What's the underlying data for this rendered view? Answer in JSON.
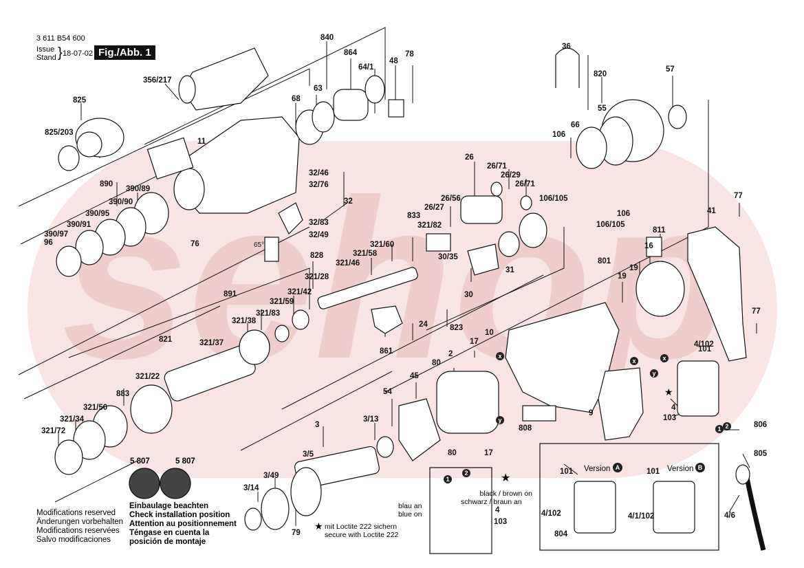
{
  "header": {
    "doc_number": "3 611 B54 600",
    "issue_label": "Issue",
    "stand_label": "Stand",
    "date": "18-07-02",
    "fig_label": "Fig./Abb. 1"
  },
  "watermark": {
    "text": "sehop",
    "color": "#f5dada"
  },
  "part_labels": {
    "p840": "840",
    "p864": "864",
    "p48": "48",
    "p78": "78",
    "p64_1": "64/1",
    "p356_217": "356/217",
    "p68": "68",
    "p63": "63",
    "p825": "825",
    "p825_203": "825/203",
    "p11": "11",
    "p36": "36",
    "p820": "820",
    "p57": "57",
    "p55": "55",
    "p66": "66",
    "p106a": "106",
    "p106b": "106",
    "p106_105a": "106/105",
    "p106_105b": "106/105",
    "p26": "26",
    "p26_71a": "26/71",
    "p26_29": "26/29",
    "p26_71b": "26/71",
    "p26_56": "26/56",
    "p26_27": "26/27",
    "p32_46": "32/46",
    "p32_76": "32/76",
    "p32": "32",
    "p32_83": "32/83",
    "p32_49": "32/49",
    "p76": "76",
    "p890": "890",
    "p390_89": "390/89",
    "p390_90": "390/90",
    "p390_95": "390/95",
    "p390_91": "390/91",
    "p390_97": "390/97",
    "p96": "96",
    "p65": "65°",
    "p833": "833",
    "p321_82": "321/82",
    "p321_60": "321/60",
    "p321_58": "321/58",
    "p321_46": "321/46",
    "p828": "828",
    "p321_28": "321/28",
    "p30_35": "30/35",
    "p30": "30",
    "p31": "31",
    "p811": "811",
    "p41": "41",
    "p77a": "77",
    "p77b": "77",
    "p16": "16",
    "p19a": "19",
    "p19b": "19",
    "p801": "801",
    "p891": "891",
    "p321_42": "321/42",
    "p321_59": "321/59",
    "p321_83": "321/83",
    "p321_38": "321/38",
    "p24": "24",
    "p823": "823",
    "p10": "10",
    "p861": "861",
    "p821": "821",
    "p321_37": "321/37",
    "p17a": "17",
    "p17b": "17",
    "p2": "2",
    "p80a": "80",
    "p80b": "80",
    "p45": "45",
    "p101": "101",
    "p4_102": "4/102",
    "p4": "4",
    "p103": "103",
    "p9": "9",
    "p808": "808",
    "p321_22": "321/22",
    "p883": "883",
    "p321_50": "321/50",
    "p321_34": "321/34",
    "p321_72": "321/72",
    "p54": "54",
    "p3": "3",
    "p3_13": "3/13",
    "p3_5": "3/5",
    "p3_49": "3/49",
    "p3_14": "3/14",
    "p79": "79",
    "p806": "806",
    "p805": "805",
    "p4_6": "4/6",
    "vA_101": "101",
    "vA_4_102": "4/102",
    "vA_804": "804",
    "vB_101": "101",
    "vB_4_1_102": "4/1/102",
    "inset_4": "4",
    "inset_103": "103"
  },
  "markers": {
    "x": "x",
    "y": "y",
    "one": "1",
    "two": "2",
    "A": "A",
    "B": "B",
    "star": "★"
  },
  "version_a": "Version",
  "version_b": "Version",
  "wire_note": {
    "en": "black / brown on",
    "de": "schwarz / braun an",
    "blue_de": "blau an",
    "blue_en": "blue on"
  },
  "loctite": {
    "de": "mit Loctite 222 sichern",
    "en": "secure with Loctite 222"
  },
  "install_note": [
    "Einbaulage beachten",
    "Check installation position",
    "Attention au positionnement",
    "Téngase en cuenta la",
    "posición de montaje"
  ],
  "install_labels": {
    "a_num": "5",
    "a_code": "807",
    "b_num": "5",
    "b_code": "807"
  },
  "modifications": [
    "Modifications reserved",
    "Änderungen vorbehalten",
    "Modifications reservées",
    "Salvo modificaciones"
  ]
}
